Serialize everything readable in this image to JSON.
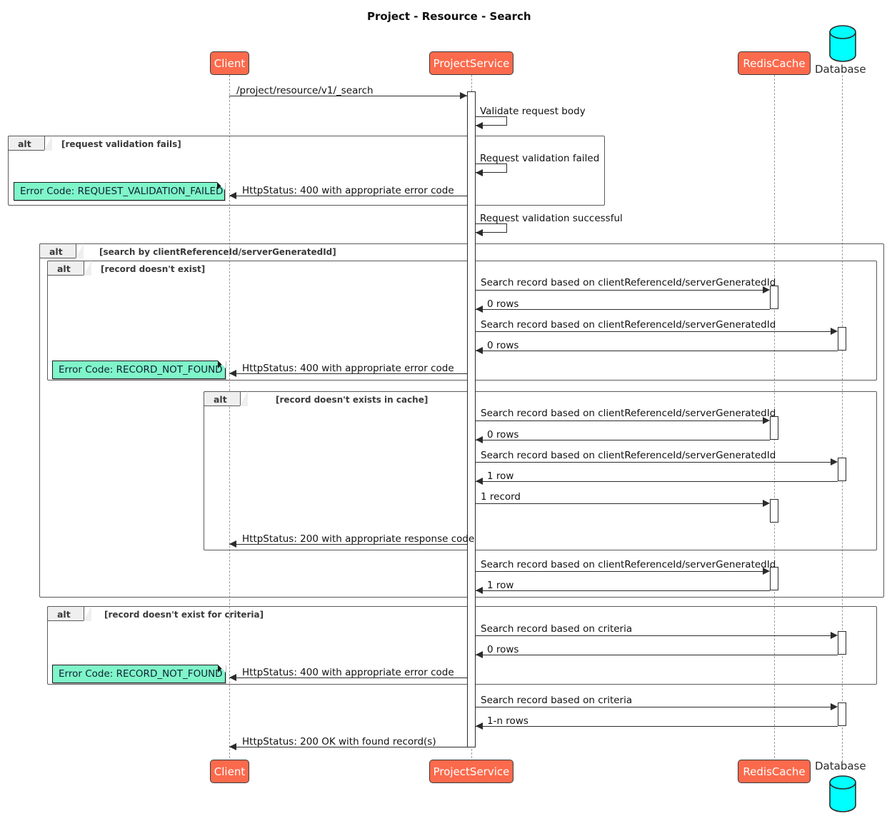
{
  "diagram": {
    "type": "sequence-diagram",
    "title": "Project - Resource - Search",
    "colors": {
      "participant_fill": "#FB6A4C",
      "participant_text": "#FFFFFF",
      "note_fill": "#7FF5C9",
      "database_fill": "#00FFFF",
      "frame_tab_fill": "#EFEFEF",
      "line": "#2B2B2B"
    }
  },
  "participants": [
    {
      "id": "client",
      "label": "Client",
      "kind": "actor-box"
    },
    {
      "id": "service",
      "label": "ProjectService",
      "kind": "actor-box"
    },
    {
      "id": "redis",
      "label": "RedisCache",
      "kind": "actor-box"
    },
    {
      "id": "db",
      "label": "Database",
      "kind": "database"
    }
  ],
  "frames": [
    {
      "id": "alt1",
      "keyword": "alt",
      "condition": "[request validation fails]"
    },
    {
      "id": "alt2",
      "keyword": "alt",
      "condition": "[search by clientReferenceId/serverGeneratedId]"
    },
    {
      "id": "alt3",
      "keyword": "alt",
      "condition": "[record doesn't exist]"
    },
    {
      "id": "alt4",
      "keyword": "alt",
      "condition": "[record doesn't exists in cache]"
    },
    {
      "id": "alt5",
      "keyword": "alt",
      "condition": "[record doesn't exist for criteria]"
    }
  ],
  "messages": [
    {
      "id": "m1",
      "from": "client",
      "to": "service",
      "label": "/project/resource/v1/_search",
      "dir": "right"
    },
    {
      "id": "m2",
      "from": "service",
      "to": "service",
      "label": "Validate request body",
      "dir": "self"
    },
    {
      "id": "m3",
      "from": "service",
      "to": "service",
      "label": "Request validation failed",
      "dir": "self"
    },
    {
      "id": "m4",
      "from": "service",
      "to": "client",
      "label": "HttpStatus: 400 with appropriate error code",
      "dir": "left"
    },
    {
      "id": "m5",
      "from": "service",
      "to": "service",
      "label": "Request validation successful",
      "dir": "self"
    },
    {
      "id": "m6",
      "from": "service",
      "to": "redis",
      "label": "Search record based on clientReferenceId/serverGeneratedId",
      "dir": "right"
    },
    {
      "id": "m7",
      "from": "redis",
      "to": "service",
      "label": "0 rows",
      "dir": "left"
    },
    {
      "id": "m8",
      "from": "service",
      "to": "db",
      "label": "Search record based on clientReferenceId/serverGeneratedId",
      "dir": "right"
    },
    {
      "id": "m9",
      "from": "db",
      "to": "service",
      "label": "0 rows",
      "dir": "left"
    },
    {
      "id": "m10",
      "from": "service",
      "to": "client",
      "label": "HttpStatus: 400 with appropriate error code",
      "dir": "left"
    },
    {
      "id": "m11",
      "from": "service",
      "to": "redis",
      "label": "Search record based on clientReferenceId/serverGeneratedId",
      "dir": "right"
    },
    {
      "id": "m12",
      "from": "redis",
      "to": "service",
      "label": "0 rows",
      "dir": "left"
    },
    {
      "id": "m13",
      "from": "service",
      "to": "db",
      "label": "Search record based on clientReferenceId/serverGeneratedId",
      "dir": "right"
    },
    {
      "id": "m14",
      "from": "db",
      "to": "service",
      "label": "1 row",
      "dir": "left"
    },
    {
      "id": "m15",
      "from": "service",
      "to": "redis",
      "label": "1 record",
      "dir": "right"
    },
    {
      "id": "m16",
      "from": "service",
      "to": "client",
      "label": "HttpStatus: 200 with appropriate response code",
      "dir": "left"
    },
    {
      "id": "m17",
      "from": "service",
      "to": "redis",
      "label": "Search record based on clientReferenceId/serverGeneratedId",
      "dir": "right"
    },
    {
      "id": "m18",
      "from": "redis",
      "to": "service",
      "label": "1 row",
      "dir": "left"
    },
    {
      "id": "m19",
      "from": "service",
      "to": "db",
      "label": "Search record based on criteria",
      "dir": "right"
    },
    {
      "id": "m20",
      "from": "db",
      "to": "service",
      "label": "0 rows",
      "dir": "left"
    },
    {
      "id": "m21",
      "from": "service",
      "to": "client",
      "label": "HttpStatus: 400 with appropriate error code",
      "dir": "left"
    },
    {
      "id": "m22",
      "from": "service",
      "to": "db",
      "label": "Search record based on criteria",
      "dir": "right"
    },
    {
      "id": "m23",
      "from": "db",
      "to": "service",
      "label": "1-n rows",
      "dir": "left"
    },
    {
      "id": "m24",
      "from": "service",
      "to": "client",
      "label": "HttpStatus: 200 OK with found record(s)",
      "dir": "left"
    }
  ],
  "notes": [
    {
      "id": "n1",
      "text": "Error Code: REQUEST_VALIDATION_FAILED"
    },
    {
      "id": "n2",
      "text": "Error Code: RECORD_NOT_FOUND"
    },
    {
      "id": "n3",
      "text": "Error Code: RECORD_NOT_FOUND"
    }
  ]
}
